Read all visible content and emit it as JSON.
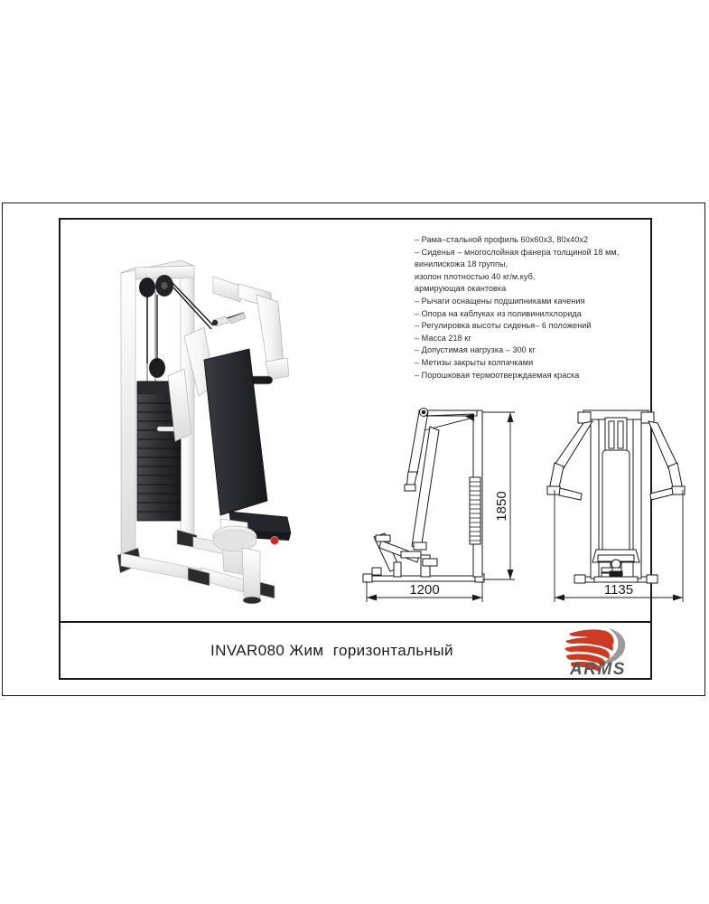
{
  "document": {
    "type": "product-specification-sheet"
  },
  "specifications": {
    "lines": [
      "– Рама–стальной профиль 60x60x3, 80x40x2",
      "– Сиденья – многослойная фанера толщиной 18 мм,",
      "винилискожа 18 группы,",
      "изолон плотностью 40 кг/м.куб,",
      "армирующая окантовка",
      "– Рычаги оснащены подшипниками качения",
      "– Опора на каблуках из поливинилхлорида",
      "– Регулировка высоты сиденья– 6 положений",
      "– Масса 218 кг",
      "– Допустимая нагрузка – 300 кг",
      "– Метизы закрыты колпачками",
      "– Порошковая термоотверждаемая краска"
    ]
  },
  "drawings": {
    "side_view": {
      "name": "side-elevation",
      "height_label": "1850",
      "width_label": "1200"
    },
    "front_view": {
      "name": "front-elevation",
      "width_label": "1135"
    }
  },
  "title_block": {
    "product_title": "INVAR080 Жим  горизонтальный",
    "brand_name": "ARMS"
  },
  "colors": {
    "brand_red": "#CE3A21",
    "brand_gray": "#9B9B9B",
    "logo_text": "#58585A",
    "line": "#1a1a1a",
    "frame_white": "#ffffff",
    "upholstery": "#2a2b30"
  }
}
